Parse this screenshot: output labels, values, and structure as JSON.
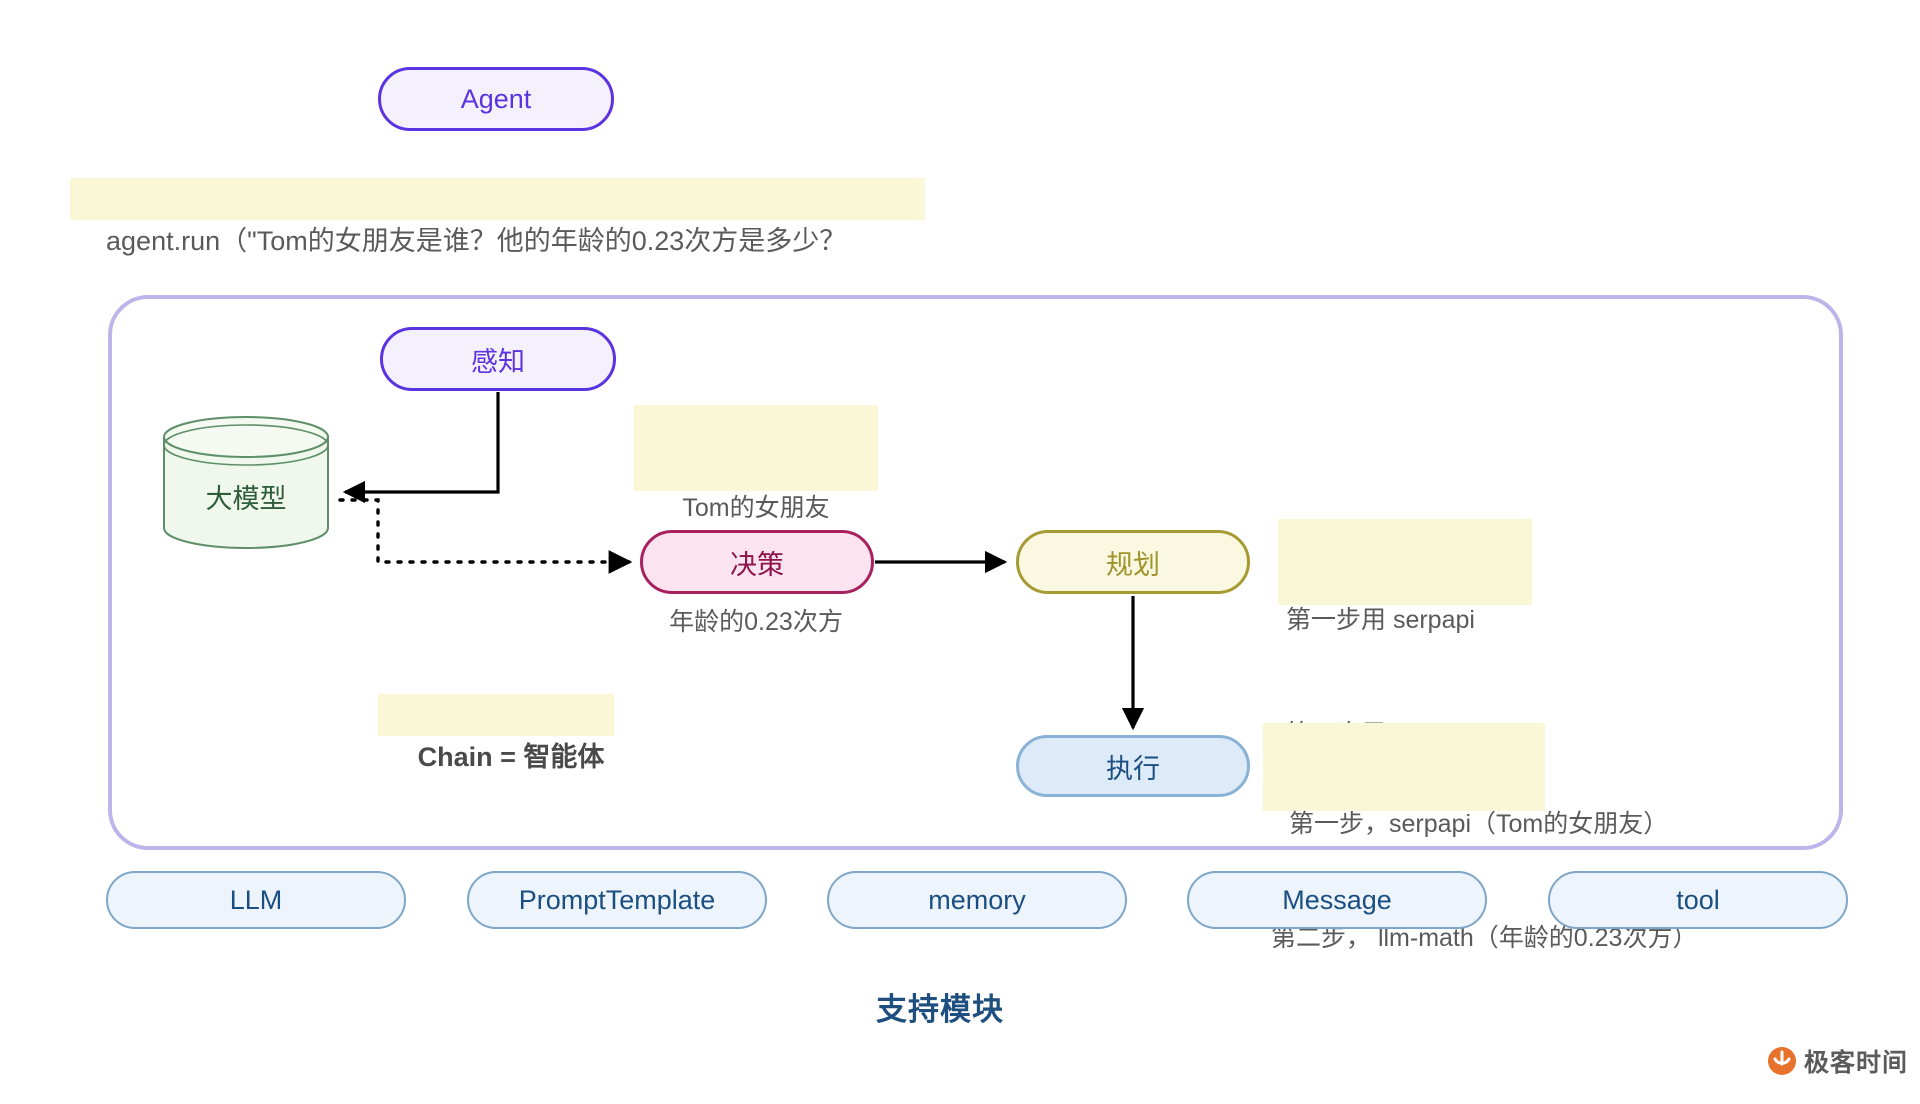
{
  "diagram": {
    "title_node": {
      "label": "Agent"
    },
    "call_line": {
      "text": "agent.run（\"Tom的女朋友是谁？他的年龄的0.23次方是多少？"
    },
    "chain_label": {
      "text": "Chain = 智能体"
    },
    "nodes": {
      "perception": {
        "label": "感知"
      },
      "model": {
        "label": "大模型"
      },
      "decision": {
        "label": "决策"
      },
      "planning": {
        "label": "规划"
      },
      "execution": {
        "label": "执行"
      }
    },
    "annotations": {
      "perception_note": {
        "line1": "Tom的女朋友",
        "line2": "年龄的0.23次方"
      },
      "planning_note": {
        "line1": "第一步用 serpapi",
        "line2": "第二步用 llm-math"
      },
      "execution_note": {
        "line1": "第一步，serpapi（Tom的女朋友）",
        "line2": "第二步， llm-math（年龄的0.23次方）"
      }
    },
    "support_modules": {
      "caption": "支持模块",
      "items": [
        {
          "label": "LLM"
        },
        {
          "label": "PromptTemplate"
        },
        {
          "label": "memory"
        },
        {
          "label": "Message"
        },
        {
          "label": "tool"
        }
      ]
    },
    "watermark": {
      "text": "极客时间",
      "icon": "geek-time-logo-icon"
    },
    "colors": {
      "purple": "#5b33e0",
      "purple_fill": "#f4f1fd",
      "pink": "#a8215f",
      "pink_fill": "#fbe4f0",
      "olive": "#a69a32",
      "olive_fill": "#faf8e0",
      "blue": "#1b4f82",
      "blue_fill": "#ddeaf8",
      "green": "#3f7a4f",
      "green_fill": "#f0f8ee",
      "highlight": "#faf7d7",
      "container_border": "#bdb4ea",
      "watermark_orange": "#e8722c"
    }
  }
}
